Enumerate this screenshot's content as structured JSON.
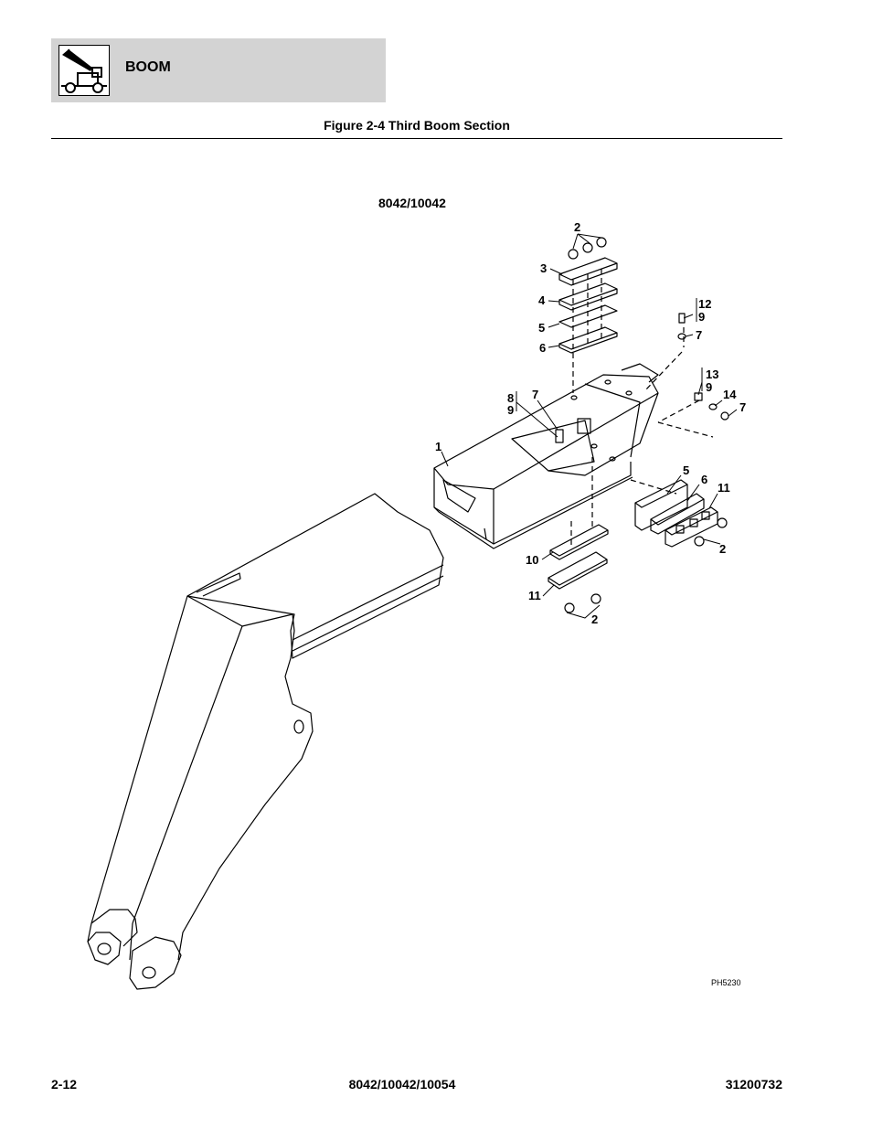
{
  "header": {
    "section_title": "BOOM",
    "logo_icon": "telehandler-boom-icon"
  },
  "figure_caption": "Figure 2-4 Third Boom Section",
  "model_label": "8042/10042",
  "drawing_code": "PH5230",
  "callouts": {
    "c2_top": "2",
    "c3": "3",
    "c4": "4",
    "c5_left": "5",
    "c6_left": "6",
    "c12": "12",
    "c9_a": "9",
    "c7_a": "7",
    "c13": "13",
    "c9_b": "9",
    "c14": "14",
    "c7_b": "7",
    "c8": "8",
    "c9_c": "9",
    "c7_c": "7",
    "c1": "1",
    "c5_right": "5",
    "c6_right": "6",
    "c11_right": "11",
    "c2_right": "2",
    "c10": "10",
    "c11_bottom": "11",
    "c2_bottom": "2"
  },
  "footer": {
    "page_number": "2-12",
    "models": "8042/10042/10054",
    "manual_number": "31200732"
  }
}
